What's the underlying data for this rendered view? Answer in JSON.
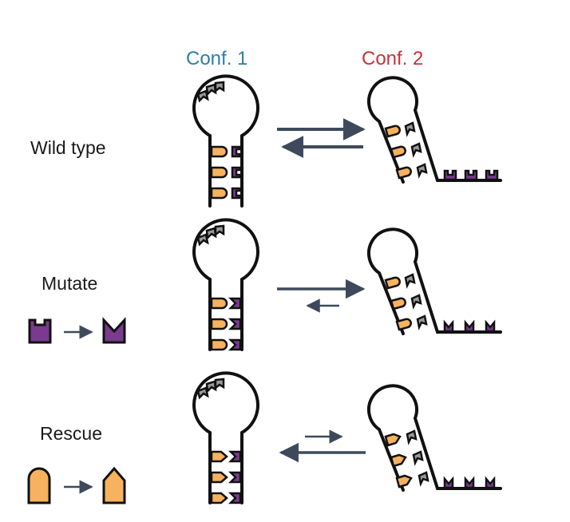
{
  "headers": {
    "conf1": "Conf. 1",
    "conf2": "Conf. 2"
  },
  "rows": [
    {
      "label": "Wild type",
      "equilibrium": "favors neither strongly"
    },
    {
      "label": "Mutate",
      "equilibrium": "favors Conf. 2"
    },
    {
      "label": "Rescue",
      "equilibrium": "favors Conf. 1"
    }
  ],
  "colors": {
    "conf1": "#2e7fa6",
    "conf2": "#c8323c",
    "orange_base": "#f6b25e",
    "purple_base": "#7a3a8e",
    "gray_base": "#9a9a9a",
    "arrow": "#3e4a5c",
    "stroke": "#111111"
  }
}
